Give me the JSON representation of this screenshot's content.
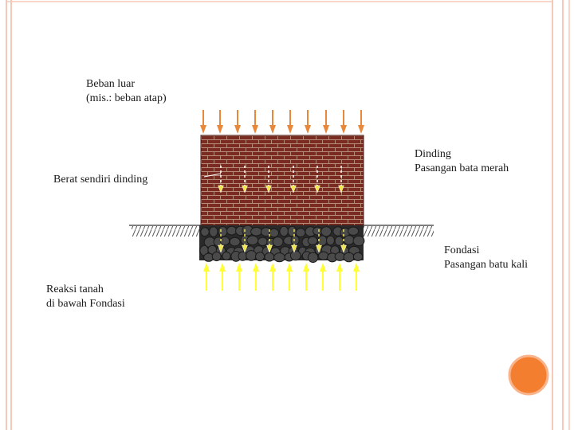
{
  "labels": {
    "external_load": {
      "line1": "Beban luar",
      "line2": "(mis.: beban atap)"
    },
    "wall_self_weight": {
      "line1": "Berat sendiri dinding"
    },
    "wall": {
      "line1": "Dinding",
      "line2": "Pasangan bata merah"
    },
    "foundation": {
      "line1": "Fondasi",
      "line2": "Pasangan batu kali"
    },
    "soil_reaction": {
      "line1": "Reaksi tanah",
      "line2": "di bawah Fondasi"
    }
  },
  "colors": {
    "frame_border": "#f6c9b7",
    "brick": "#7a2b22",
    "mortar": "#b88a78",
    "stone_fill": "#4a4a4a",
    "stone_bg": "#2a2a2a",
    "external_load_arrow": "#e8883a",
    "self_weight_arrow": "#ffffff",
    "self_weight_arrowhead": "#f2e64a",
    "foundation_arrow": "#f2e64a",
    "soil_reaction_arrow": "#ffff33",
    "ground_hatch": "#555555",
    "orange_circle": "#f47e2f"
  },
  "icons": {
    "decorative_circle": "orange-circle-icon"
  }
}
